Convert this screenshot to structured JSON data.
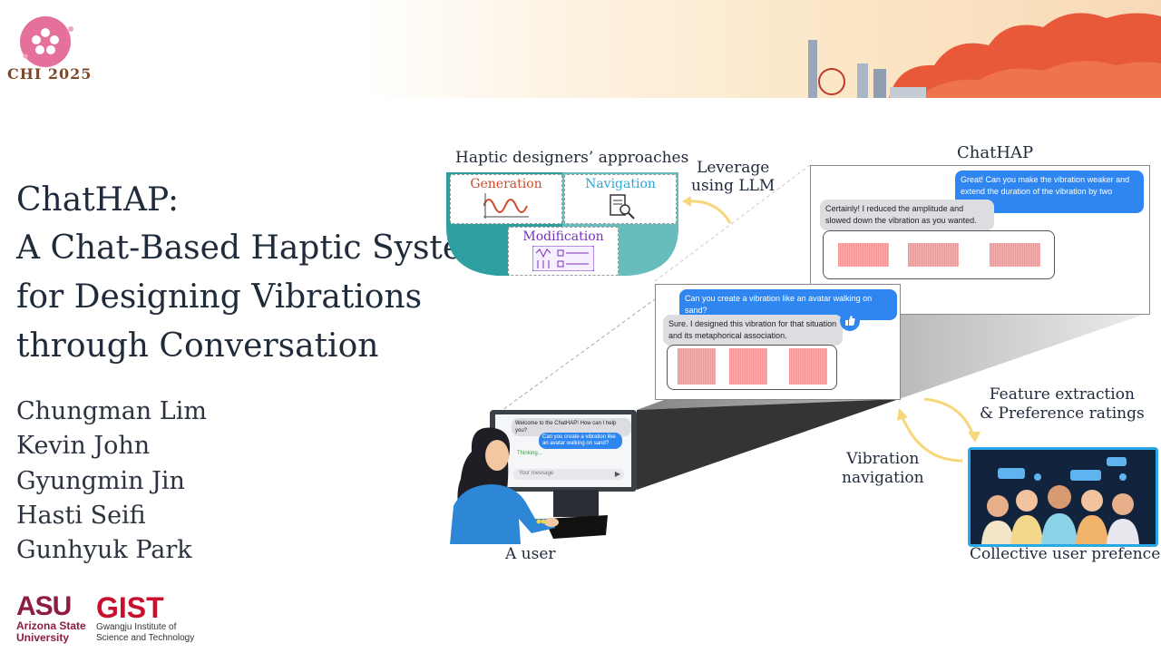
{
  "header": {
    "conference": "CHI 2025"
  },
  "title": {
    "line1": "ChatHAP:",
    "line2": "A Chat-Based Haptic System",
    "line3": "for Designing Vibrations",
    "line4": "through Conversation"
  },
  "authors": [
    "Chungman Lim",
    "Kevin John",
    "Gyungmin Jin",
    "Hasti Seifi",
    "Gunhyuk Park"
  ],
  "logos": {
    "asu_mark": "ASU",
    "asu_name": "Arizona State\nUniversity",
    "gist_mark": "GIST",
    "gist_name": "Gwangju Institute of\nScience and Technology"
  },
  "diagram": {
    "approaches_title": "Haptic designers’ approaches",
    "generation": "Generation",
    "navigation": "Navigation",
    "modification": "Modification",
    "leverage": "Leverage\nusing LLM",
    "chathap_title": "ChatHAP",
    "chat1_user": "Great! Can you make the vibration weaker and extend the duration of the vibration by two times?",
    "chat1_bot": "Certainly! I reduced the amplitude and slowed down the vibration as you wanted.",
    "chat2_user": "Can you create a vibration like an avatar walking on sand?",
    "chat2_bot": "Sure. I designed this vibration for that situation and its metaphorical association.",
    "screen_welcome": "Welcome to the ChatHAP! How can I help you?",
    "screen_user": "Can you create a vibration like an avatar walking on sand?",
    "screen_thinking": "Thinking...",
    "screen_placeholder": "Your message",
    "user_label": "A user",
    "vibration_navigation": "Vibration\nnavigation",
    "feature_extraction": "Feature extraction\n& Preference ratings",
    "collective_label": "Collective user prefences"
  },
  "colors": {
    "generation": "#d04a2a",
    "navigation": "#2aa7d6",
    "modification": "#7a2fb8",
    "teal": "#2e9fa0",
    "chat_blue": "#2f86f0",
    "arrow_yellow": "#f6d77a"
  }
}
